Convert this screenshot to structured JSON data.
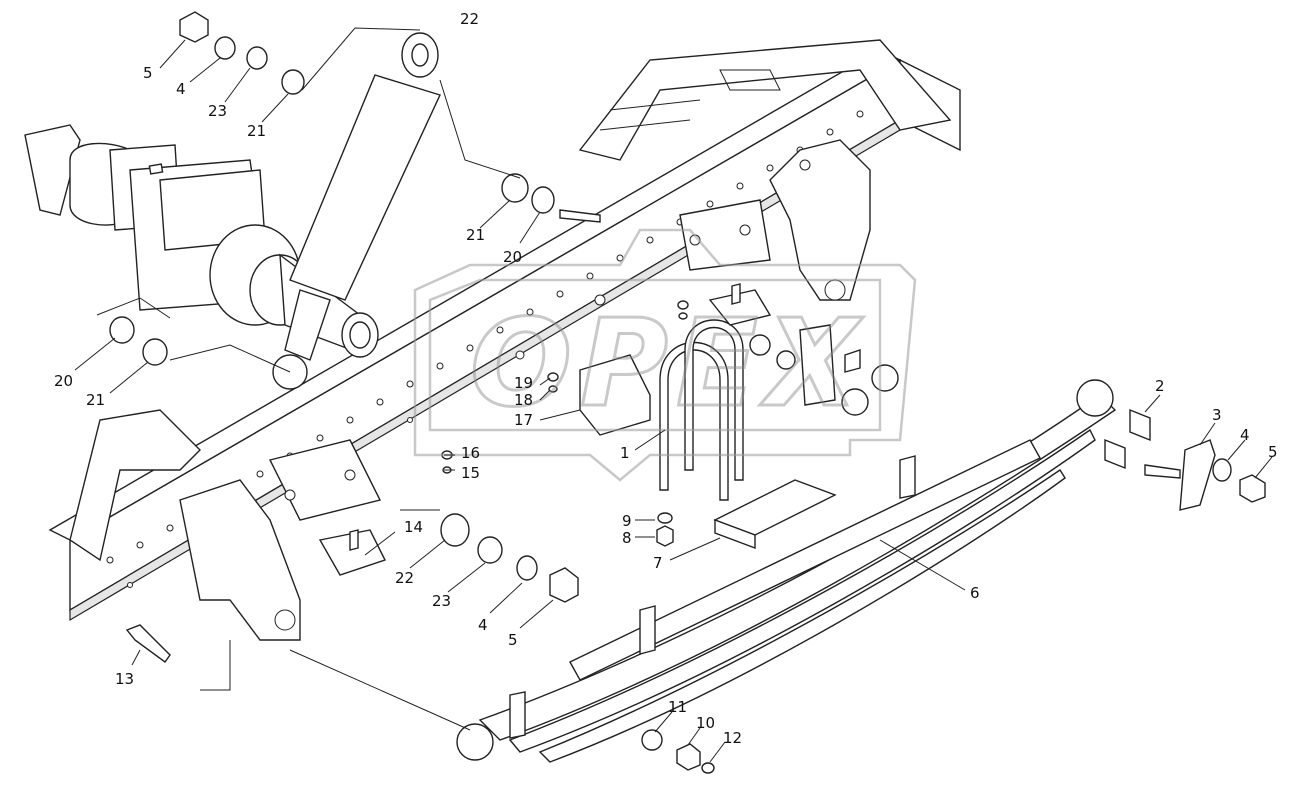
{
  "watermark": {
    "text": "OPEX"
  },
  "callouts": [
    {
      "id": "c-5a",
      "label": "5"
    },
    {
      "id": "c-4a",
      "label": "4"
    },
    {
      "id": "c-23a",
      "label": "23"
    },
    {
      "id": "c-21a",
      "label": "21"
    },
    {
      "id": "c-22a",
      "label": "22"
    },
    {
      "id": "c-21b",
      "label": "21"
    },
    {
      "id": "c-20a",
      "label": "20"
    },
    {
      "id": "c-20b",
      "label": "20"
    },
    {
      "id": "c-21c",
      "label": "21"
    },
    {
      "id": "c-19",
      "label": "19"
    },
    {
      "id": "c-18",
      "label": "18"
    },
    {
      "id": "c-17",
      "label": "17"
    },
    {
      "id": "c-16",
      "label": "16"
    },
    {
      "id": "c-15",
      "label": "15"
    },
    {
      "id": "c-1",
      "label": "1"
    },
    {
      "id": "c-14",
      "label": "14"
    },
    {
      "id": "c-22b",
      "label": "22"
    },
    {
      "id": "c-23b",
      "label": "23"
    },
    {
      "id": "c-4b",
      "label": "4"
    },
    {
      "id": "c-5b",
      "label": "5"
    },
    {
      "id": "c-9",
      "label": "9"
    },
    {
      "id": "c-8",
      "label": "8"
    },
    {
      "id": "c-7",
      "label": "7"
    },
    {
      "id": "c-2",
      "label": "2"
    },
    {
      "id": "c-3",
      "label": "3"
    },
    {
      "id": "c-4c",
      "label": "4"
    },
    {
      "id": "c-5c",
      "label": "5"
    },
    {
      "id": "c-6",
      "label": "6"
    },
    {
      "id": "c-13",
      "label": "13"
    },
    {
      "id": "c-11",
      "label": "11"
    },
    {
      "id": "c-10",
      "label": "10"
    },
    {
      "id": "c-12",
      "label": "12"
    }
  ]
}
